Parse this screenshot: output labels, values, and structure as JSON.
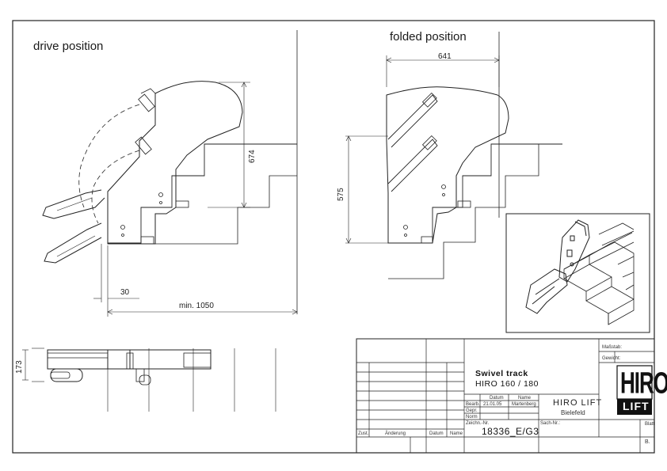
{
  "views": {
    "drive_title": "drive position",
    "folded_title": "folded position"
  },
  "dimensions": {
    "d674": "674",
    "d641": "641",
    "d575": "575",
    "d30": "30",
    "d1050": "min. 1050",
    "d173": "173"
  },
  "title_block": {
    "massstab_label": "Maßstab:",
    "gewicht_label": "Gewicht:",
    "title": "Swivel track",
    "subtitle": "HIRO 160 / 180",
    "datum_label": "Datum",
    "name_label": "Name",
    "bearb_label": "Bearb.",
    "bearb_date": "21.01.05",
    "bearb_name": "Martenberg",
    "gepr_label": "Gepr.",
    "norm_label": "Norm",
    "firm": "HIRO  LIFT",
    "city": "Bielefeld",
    "zeichn_label": "Zeichn.-Nr.",
    "drawing_no": "18336_E/G3",
    "sach_label": "Sach-Nr.:",
    "blatt_label": "Blatt",
    "blatt_value": "B.",
    "zust_label": "Zust.",
    "aenderung_label": "Änderung",
    "datum_label2": "Datum",
    "name_label2": "Name"
  },
  "logo": {
    "brand_top": "HIRO",
    "brand_bottom": "LIFT",
    "color": "#111111"
  }
}
